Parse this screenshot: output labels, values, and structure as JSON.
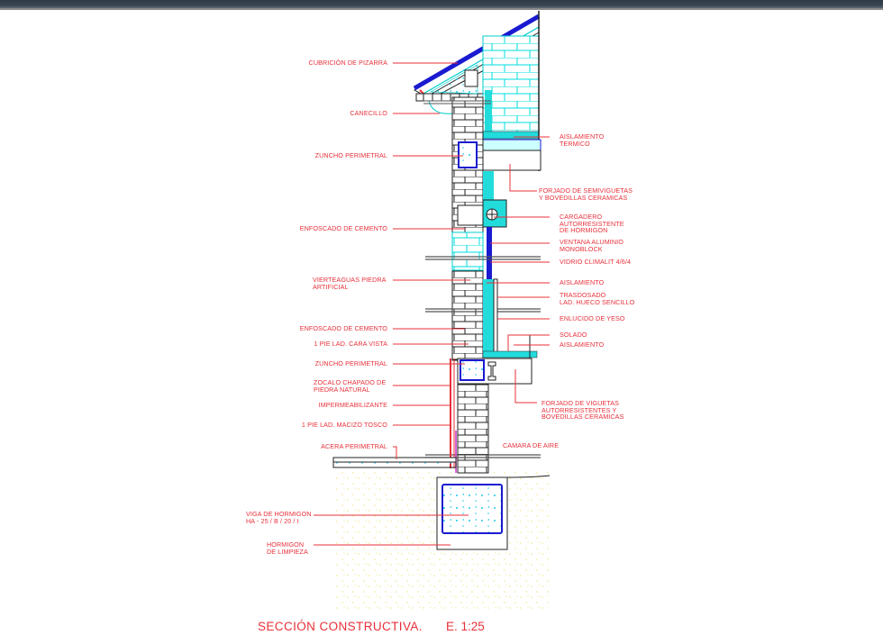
{
  "drawing": {
    "title": "SECCIÓN CONSTRUCTIVA.",
    "scale": "E. 1:25",
    "colors": {
      "annotation": "#e8303a",
      "insulation": "#00e5e5",
      "glass": "#1a1ad0",
      "lines": "#222222",
      "ground_hatch": "#e6d84a"
    }
  },
  "labels_left": [
    {
      "id": "cubricion",
      "text": "CUBRICIÓN DE PIZARRA"
    },
    {
      "id": "canecillo",
      "text": "CANECILLO"
    },
    {
      "id": "zuncho1",
      "text": "ZUNCHO PERIMETRAL"
    },
    {
      "id": "enfoscado1",
      "text": "ENFOSCADO DE CEMENTO"
    },
    {
      "id": "vierteaguas",
      "text": "VIERTEAGUAS PIEDRA\nARTIFICIAL"
    },
    {
      "id": "enfoscado2",
      "text": "ENFOSCADO DE CEMENTO"
    },
    {
      "id": "pie_cara_vista",
      "text": "1 PIE LAD. CARA VISTA"
    },
    {
      "id": "zuncho2",
      "text": "ZUNCHO PERIMETRAL"
    },
    {
      "id": "zocalo",
      "text": "ZOCALO CHAPADO DE\nPIEDRA NATURAL"
    },
    {
      "id": "impermeabilizante",
      "text": "IMPERMEABILIZANTE"
    },
    {
      "id": "pie_macizo",
      "text": "1 PIE LAD. MACIZO TOSCO"
    },
    {
      "id": "acera",
      "text": "ACERA PERIMETRAL"
    },
    {
      "id": "viga",
      "text": "VIGA DE HORMIGON\nHA - 25 / B / 20 / I"
    },
    {
      "id": "hormigon_limpieza",
      "text": "HORMIGON\nDE LIMPIEZA"
    }
  ],
  "labels_right": [
    {
      "id": "aislamiento_termico",
      "text": "AISLAMIENTO\nTERMICO"
    },
    {
      "id": "forjado_semi",
      "text": "FORJADO DE SEMIVIGUETAS\nY BOVEDILLAS CERAMICAS"
    },
    {
      "id": "cargadero",
      "text": "CARGADERO\nAUTORRESISTENTE\nDE HORMIGON"
    },
    {
      "id": "ventana",
      "text": "VENTANA ALUMINIO\nMONOBLOCK"
    },
    {
      "id": "vidrio",
      "text": "VIDRIO CLIMALIT 4/6/4"
    },
    {
      "id": "aislamiento1",
      "text": "AISLAMIENTO"
    },
    {
      "id": "trasdosado",
      "text": "TRASDOSADO\nLAD. HUECO SENCILLO"
    },
    {
      "id": "enlucido",
      "text": "ENLUCIDO DE YESO"
    },
    {
      "id": "solado",
      "text": "SOLADO"
    },
    {
      "id": "aislamiento2",
      "text": "AISLAMIENTO"
    },
    {
      "id": "forjado_vig",
      "text": "FORJADO DE VIGUETAS\nAUTORRESISTENTES Y\nBOVEDILLAS CERAMICAS"
    },
    {
      "id": "camara",
      "text": "CAMARA DE AIRE"
    }
  ]
}
